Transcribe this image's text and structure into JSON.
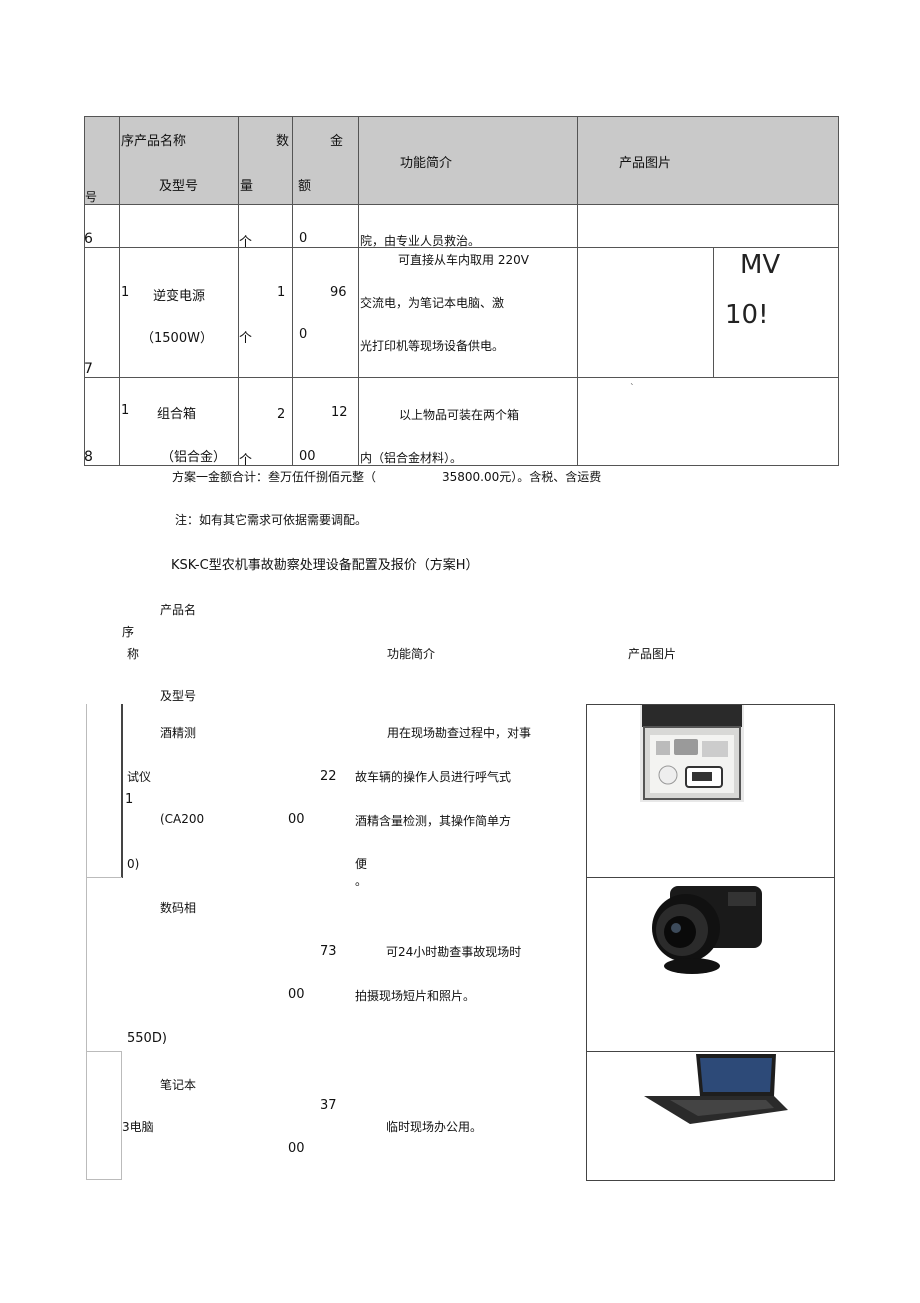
{
  "table1": {
    "header": {
      "hao": "号",
      "xu_name": "序产品名称",
      "model": "及型号",
      "shu": "数",
      "liang": "量",
      "jin": "金",
      "e": "额",
      "function": "功能简介",
      "image": "产品图片"
    },
    "rows": [
      {
        "no": "6",
        "unit": "个",
        "amount": "0",
        "function_lines": [
          "院，由专业人员救治。"
        ]
      },
      {
        "no": "7",
        "idx": "1",
        "name": "逆变电源",
        "model": "（1500W）",
        "qty": "1",
        "unit": "个",
        "amount_top": "96",
        "amount_bottom": "0",
        "function_lines": [
          "可直接从车内取用 220V",
          "交流电，为笔记本电脑、激",
          "光打印机等现场设备供电。"
        ],
        "image_text_1": "MV",
        "image_text_2": "10!"
      },
      {
        "no": "8",
        "idx": "1",
        "name": "组合箱",
        "model": "（铝合金）",
        "qty": "2",
        "unit": "个",
        "amount_top": "12",
        "amount_bottom": "00",
        "function_lines": [
          "以上物品可装在两个箱",
          "内（铝合金材料）。"
        ],
        "mark": "ˎ"
      }
    ]
  },
  "total": {
    "label": "方案一金额合计：叁万伍仟捌佰元整（",
    "value": "35800.00元）。含税、含运费"
  },
  "note": "注：如有其它需求可依据需要调配。",
  "section_title": "KSK-C型农机事故勘察处理设备配置及报价（方案H）",
  "table2": {
    "header": {
      "product_name": "产品名",
      "xu": "序",
      "cheng": "称",
      "model": "及型号",
      "function": "功能简介",
      "image": "产品图片"
    },
    "rows": [
      {
        "name_lines": [
          "酒精测",
          "试仪",
          "(CA200",
          "0)"
        ],
        "idx": "1",
        "amount_top": "22",
        "amount_bottom": "00",
        "function_lines": [
          "用在现场勘查过程中，对事",
          "故车辆的操作人员进行呼气式",
          "酒精含量检测，其操作简单方",
          "便",
          "。"
        ],
        "image": "breathalyzer-case"
      },
      {
        "name_lines": [
          "数码相",
          "550D)"
        ],
        "amount_top": "73",
        "amount_bottom": "00",
        "function_lines": [
          "可24小时勘查事故现场时",
          "拍摄现场短片和照片。"
        ],
        "image": "dslr-camera"
      },
      {
        "name_lines": [
          "笔记本",
          "3电脑"
        ],
        "amount_top": "37",
        "amount_bottom": "00",
        "function_lines": [
          "临时现场办公用。"
        ],
        "image": "laptop"
      }
    ]
  }
}
